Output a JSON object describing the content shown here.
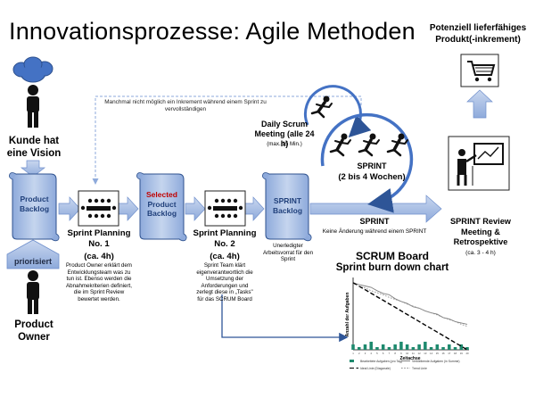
{
  "title": "Innovationsprozesse: Agile Methoden",
  "colors": {
    "accent": "#4472c4",
    "scroll_fill": "#b4c7e7",
    "scroll_edge": "#2f528f",
    "arrow": "#4a72b8",
    "red": "#c00000"
  },
  "customer": {
    "label": "Kunde hat eine Vision",
    "icon": "thinking-person-icon"
  },
  "product_backlog": {
    "label": "Product Backlog"
  },
  "priorisiert": {
    "label": "priorisiert"
  },
  "product_owner": {
    "label": "Product Owner",
    "icon": "person-icon"
  },
  "sprint_planning_1": {
    "title": "Sprint Planning No. 1",
    "duration": "(ca. 4h)",
    "description": "Product Owner erklärt dem Entwicklungsteam was zu tun ist. Ebenso werden die Abnahmekriterien definiert, die im Sprint Review bewertet werden."
  },
  "selected_backlog": {
    "selected": "Selected",
    "rest": "Product Backlog"
  },
  "sprint_planning_2": {
    "title": "Sprint Planning No. 2",
    "duration": "(ca. 4h)",
    "description": "Sprint Team klärt eigenverantwortlich die Umsetzung der Anforderungen und zerlegt diese in „Tasks\" für das SCRUM Board"
  },
  "sprint_backlog": {
    "label": "SPRINT Backlog",
    "note": "Unerledigter Arbeitsvorrat für den Sprint"
  },
  "feedback_note": "Manchmal nicht möglich ein Inkrement während einem Sprint zu vervollständigen",
  "daily_scrum": {
    "title": "Daily Scrum Meeting (alle 24 h)",
    "note": "(max. 15 Min.)"
  },
  "sprint_cycle": {
    "label": "SPRINT",
    "duration": "(2 bis 4 Wochen)"
  },
  "sprint_arrow": {
    "label": "SPRINT",
    "note": "Keine Änderung während einem SPRINT"
  },
  "increment": {
    "label": "Potenziell lieferfähiges Produkt(-inkrement)"
  },
  "review": {
    "label": "SPRINT Review Meeting & Retrospektive",
    "duration": "(ca. 3 - 4 h)"
  },
  "scrum_board": {
    "title": "SCRUM Board",
    "subtitle": "Sprint burn down chart"
  },
  "chart_data": {
    "type": "line",
    "title": "",
    "xlabel": "Zeitachse",
    "ylabel": "Anzahl der Aufgaben",
    "x": [
      1,
      2,
      3,
      4,
      5,
      6,
      7,
      8,
      9,
      10,
      11,
      12,
      13,
      14,
      15,
      16,
      17,
      18,
      19,
      20
    ],
    "series": [
      {
        "name": "Bearbeitete Aufgaben (pro Tag)",
        "kind": "bar",
        "color": "#1e8a6e",
        "values": [
          2,
          1,
          2,
          3,
          1,
          2,
          1,
          2,
          3,
          2,
          1,
          2,
          3,
          1,
          2,
          1,
          2,
          1,
          2,
          1
        ]
      },
      {
        "name": "Verbleibende Aufgaben (in Summe)",
        "kind": "line",
        "color": "#808080",
        "values": [
          100,
          97,
          95,
          93,
          88,
          84,
          82,
          76,
          72,
          69,
          64,
          62,
          58,
          55,
          53,
          48,
          46,
          42,
          40,
          38
        ]
      },
      {
        "name": "Ideal Linie (Diagonale)",
        "kind": "line",
        "dash": "long",
        "color": "#000000",
        "values": [
          100,
          94.7,
          89.5,
          84.2,
          78.9,
          73.7,
          68.4,
          63.2,
          57.9,
          52.6,
          47.4,
          42.1,
          36.8,
          31.6,
          26.3,
          21.1,
          15.8,
          10.5,
          5.3,
          0
        ]
      },
      {
        "name": "Trend Linie",
        "kind": "line",
        "dash": "short",
        "color": "#909090",
        "values": [
          98,
          95,
          92,
          88,
          85,
          82,
          78,
          75,
          72,
          68,
          65,
          62,
          58,
          55,
          52,
          48,
          45,
          42,
          38,
          35
        ]
      }
    ],
    "xlim": [
      1,
      20
    ],
    "ylim": [
      0,
      105
    ],
    "legend": "bottom"
  }
}
